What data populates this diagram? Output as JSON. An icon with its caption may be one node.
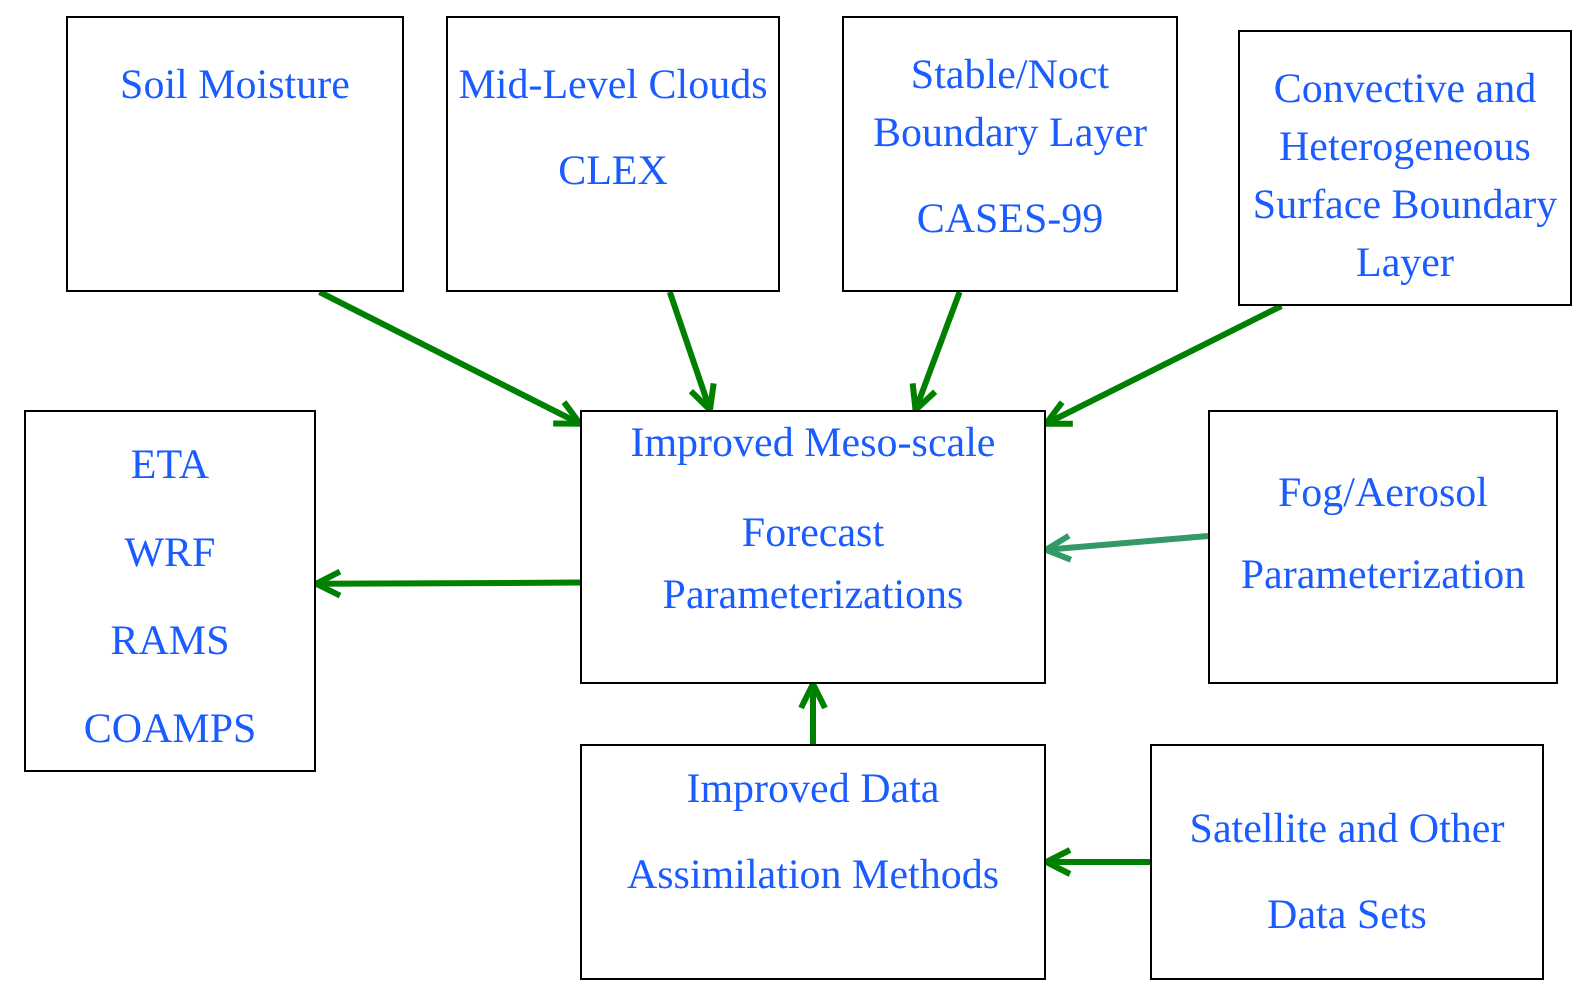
{
  "diagram": {
    "nodes": [
      {
        "text": [
          "Soil Moisture"
        ]
      },
      {
        "text": [
          "Mid-Level Clouds",
          "CLEX"
        ]
      },
      {
        "text": [
          "Stable/Noct Boundary Layer",
          "CASES-99"
        ]
      },
      {
        "text": [
          "Convective and Heterogeneous Surface Boundary Layer"
        ]
      },
      {
        "text": [
          "Improved Meso-scale",
          "Forecast Parameterizations"
        ]
      },
      {
        "text": [
          "ETA",
          "WRF",
          "RAMS",
          "COAMPS"
        ]
      },
      {
        "text": [
          "Fog/Aerosol Parameterization"
        ]
      },
      {
        "text": [
          "Improved Data Assimilation Methods"
        ]
      },
      {
        "text": [
          "Satellite and Other Data Sets"
        ]
      }
    ],
    "edges": [
      {
        "from": 0,
        "to": 4,
        "arrow": "to"
      },
      {
        "from": 1,
        "to": 4,
        "arrow": "to"
      },
      {
        "from": 2,
        "to": 4,
        "arrow": "to"
      },
      {
        "from": 3,
        "to": 4,
        "arrow": "to"
      },
      {
        "from": 6,
        "to": 4,
        "arrow": "to",
        "color": "#339966"
      },
      {
        "from": 4,
        "to": 5,
        "arrow": "to"
      },
      {
        "from": 7,
        "to": 4,
        "arrow": "to"
      },
      {
        "from": 8,
        "to": 7,
        "arrow": "to"
      }
    ]
  }
}
